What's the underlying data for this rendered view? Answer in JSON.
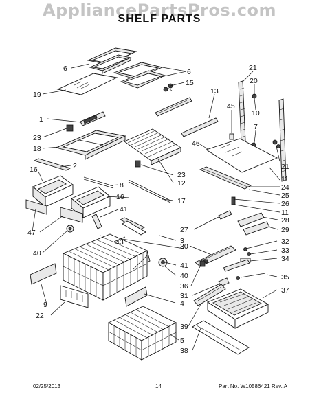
{
  "watermark": "AppliancePartsPros.com",
  "title": "SHELF PARTS",
  "callouts": {
    "c6a": "6",
    "c6b": "6",
    "c19": "19",
    "c15": "15",
    "c13": "13",
    "c21a": "21",
    "c20": "20",
    "c45": "45",
    "c7": "7",
    "c10": "10",
    "c1": "1",
    "c23a": "23",
    "c18": "18",
    "c2": "2",
    "c16a": "16",
    "c16b": "16",
    "c8": "8",
    "c46": "46",
    "c21b": "21",
    "c11a": "11",
    "c24": "24",
    "c25": "25",
    "c26": "26",
    "c11b": "11",
    "c12": "12",
    "c23b": "23",
    "c17": "17",
    "c41a": "41",
    "c47": "47",
    "c40a": "40",
    "c43": "43",
    "c3": "3",
    "c27": "27",
    "c28": "28",
    "c29": "29",
    "c30": "30",
    "c32": "32",
    "c33": "33",
    "c34": "34",
    "c41b": "41",
    "c40b": "40",
    "c36": "36",
    "c35": "35",
    "c37": "37",
    "c31": "31",
    "c9": "9",
    "c22": "22",
    "c4": "4",
    "c39": "39",
    "c5": "5",
    "c38": "38"
  },
  "footer": {
    "date": "02/25/2013",
    "page": "14",
    "part_no": "Part No. W10586421  Rev. A"
  }
}
